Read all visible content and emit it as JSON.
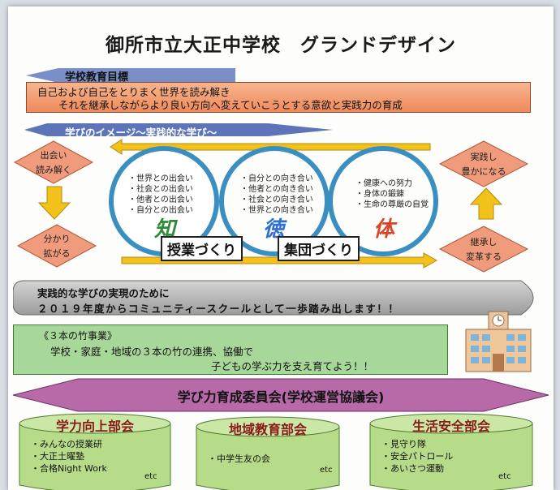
{
  "title": "御所市立大正中学校　グランドデザイン",
  "goal": {
    "label": "学校教育目標",
    "line1": "自己および自己をとりまく世界を読み解き",
    "line2": "それを継承しながらより良い方向へ変えていこうとする意欲と実践力の育成"
  },
  "image_label": "学びのイメージ～実践的な学び～",
  "cycle": {
    "left_top": [
      "出会い",
      "読み解く"
    ],
    "left_bottom": [
      "分かり",
      "拡がる"
    ],
    "right_top": [
      "実践し",
      "豊かになる"
    ],
    "right_bottom": [
      "継承し",
      "変革する"
    ]
  },
  "rings": [
    {
      "items": [
        "・世界との出会い",
        "・社会との出会い",
        "・他者との出会い",
        "・自分との出会い"
      ],
      "char": "知",
      "color": "#2e8b3a"
    },
    {
      "items": [
        "・自分との向き合い",
        "・他者との向き合い",
        "・社会との向き合い",
        "・世界との向き合い"
      ],
      "char": "徳",
      "color": "#2c6fd1"
    },
    {
      "items": [
        "・健康への努力",
        "・身体の鍛錬",
        "・生命の尊厳の自覚"
      ],
      "char": "体",
      "color": "#d8462a"
    }
  ],
  "tags": {
    "lesson": "授業づくり",
    "group": "集団づくり"
  },
  "practice": {
    "line1": "実践的な学びの実現のために",
    "line2": "２０１９年度からコミュニティースクールとして一歩踏み出します！！"
  },
  "bamboo": {
    "title": "《３本の竹事業》",
    "line1": "学校・家庭・地域の３本の竹の連携、協働で",
    "line2": "子どもの学ぶ力を支え育てよう！！"
  },
  "council": "学び力育成委員会(学校運営協議会)",
  "departments": [
    {
      "name": "学力向上部会",
      "items": [
        "・みんなの授業研",
        "・大正土曜塾",
        "・合格Night Work"
      ],
      "etc": "etc"
    },
    {
      "name": "地域教育部会",
      "items": [
        "・中学生友の会"
      ],
      "etc": "etc"
    },
    {
      "name": "生活安全部会",
      "items": [
        "・見守り隊",
        "・安全パトロール",
        "・あいさつ運動"
      ],
      "etc": "etc"
    }
  ],
  "colors": {
    "goal": "#ef8a5b",
    "band": "#7a8fc8",
    "cycle": "#ef9b7c",
    "arrow": "#f2c21b",
    "bamboo": "#a8d79a",
    "council": "#b86aa8",
    "cylinder": "#b6dc8a"
  }
}
